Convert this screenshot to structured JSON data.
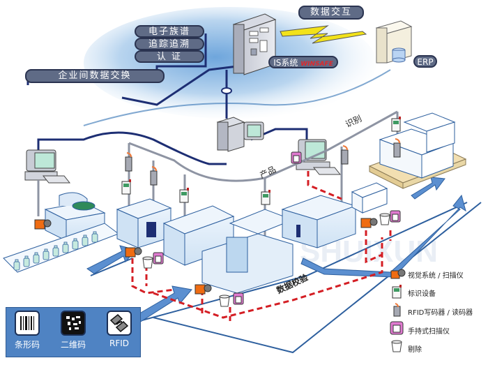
{
  "diagram": {
    "title_labels": {
      "data_exchange": "数据交互",
      "is_system": "IS系统",
      "is_brand": "WINSAFE",
      "erp": "ERP"
    },
    "feature_pills": [
      "电子族谱",
      "追踪追溯",
      "认 证"
    ],
    "enterprise_exchange": "企业间数据交换",
    "flow_labels": {
      "product": "产品",
      "identify": "识别",
      "data_check": "数据校验"
    },
    "code_types": [
      {
        "label": "条形码",
        "icon": "barcode-icon"
      },
      {
        "label": "二维码",
        "icon": "qr-code-icon"
      },
      {
        "label": "RFID",
        "icon": "rfid-icon"
      }
    ],
    "legend": [
      {
        "label": "视觉系统 / 扫描仪",
        "icon": "camera-scanner-icon"
      },
      {
        "label": "标识设备",
        "icon": "marking-device-icon"
      },
      {
        "label": "RFID写码器 / 读码器",
        "icon": "rfid-reader-icon"
      },
      {
        "label": "手持式扫描仪",
        "icon": "handheld-scanner-icon"
      },
      {
        "label": "剔除",
        "icon": "reject-bin-icon"
      }
    ],
    "watermark": "SHUIXUN"
  }
}
